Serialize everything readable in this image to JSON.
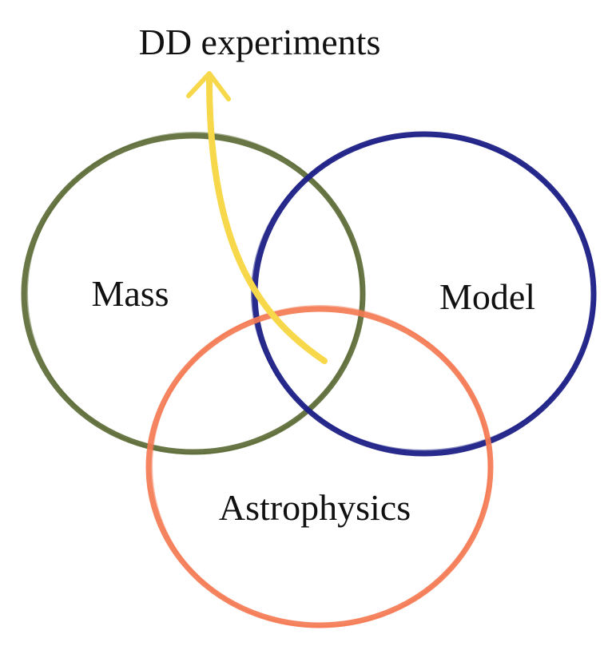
{
  "title": "DD experiments",
  "sets": [
    {
      "label": "Mass",
      "color": "#5b6b35"
    },
    {
      "label": "Model",
      "color": "#1c1f86"
    },
    {
      "label": "Astrophysics",
      "color": "#f47a52"
    }
  ],
  "arrow": {
    "color": "#f7d84a"
  }
}
